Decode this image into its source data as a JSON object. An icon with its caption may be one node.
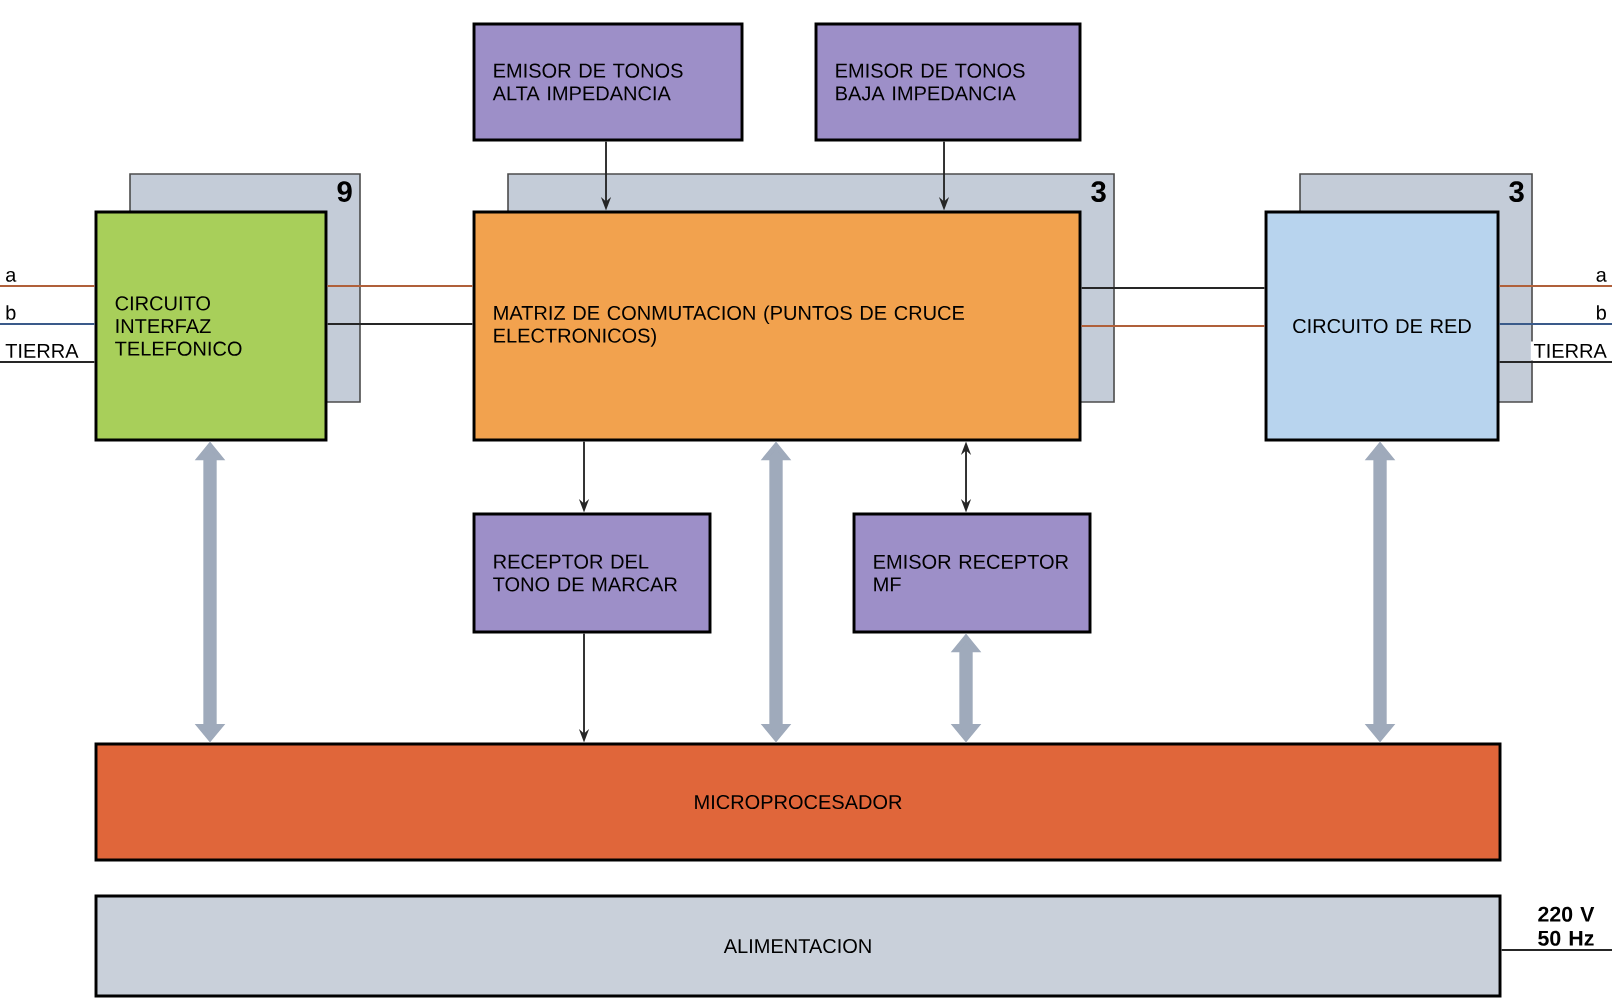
{
  "diagram": {
    "nodes": [
      {
        "text": [
          "EMISOR DE TONOS ALTA IMPEDANCIA"
        ]
      },
      {
        "text": [
          "EMISOR DE TONOS BAJA IMPEDANCIA"
        ]
      },
      {
        "text": [
          "CIRCUITO INTERFAZ TELEFONICO"
        ],
        "beside": [
          "9"
        ]
      },
      {
        "text": [
          "MATRIZ DE CONMUTACION (PUNTOS DE CRUCE ELECTRONICOS)"
        ],
        "beside": [
          "3"
        ]
      },
      {
        "text": [
          "CIRCUITO DE RED"
        ],
        "beside": [
          "3"
        ]
      },
      {
        "text": [
          "RECEPTOR DEL TONO DE MARCAR"
        ]
      },
      {
        "text": [
          "EMISOR RECEPTOR MF"
        ]
      },
      {
        "text": [
          "MICROPROCESADOR"
        ]
      },
      {
        "text": [
          "ALIMENTACION"
        ]
      }
    ],
    "edges": [
      {
        "from": 0,
        "to": 3,
        "arrow": "to"
      },
      {
        "from": 1,
        "to": 3,
        "arrow": "to"
      },
      {
        "from": null,
        "to": 2,
        "arrow": "none",
        "label": "a",
        "color": "#b0603a"
      },
      {
        "from": null,
        "to": 2,
        "arrow": "none",
        "label": "b",
        "color": "#3a5a8a"
      },
      {
        "from": null,
        "to": 2,
        "arrow": "none",
        "label": "TIERRA"
      },
      {
        "from": 2,
        "to": 3,
        "arrow": "none",
        "color": "#b0603a"
      },
      {
        "from": 2,
        "to": 3,
        "arrow": "none"
      },
      {
        "from": 3,
        "to": 4,
        "arrow": "none"
      },
      {
        "from": 3,
        "to": 4,
        "arrow": "none",
        "color": "#b0603a"
      },
      {
        "from": 4,
        "to": null,
        "arrow": "none",
        "label": "a",
        "color": "#b0603a"
      },
      {
        "from": 4,
        "to": null,
        "arrow": "none",
        "label": "b",
        "color": "#3a5a8a"
      },
      {
        "from": 4,
        "to": null,
        "arrow": "none",
        "label": "TIERRA"
      },
      {
        "from": 3,
        "to": 5,
        "arrow": "to"
      },
      {
        "from": 3,
        "to": 6,
        "arrow": "both"
      },
      {
        "from": 5,
        "to": 7,
        "arrow": "to"
      },
      {
        "from": 2,
        "to": 7,
        "arrow": "both",
        "style": "thick",
        "color": "#9faabb"
      },
      {
        "from": 3,
        "to": 7,
        "arrow": "both",
        "style": "thick",
        "color": "#9faabb"
      },
      {
        "from": 6,
        "to": 7,
        "arrow": "both",
        "style": "thick",
        "color": "#9faabb"
      },
      {
        "from": 4,
        "to": 7,
        "arrow": "both",
        "style": "thick",
        "color": "#9faabb"
      },
      {
        "from": null,
        "to": 8,
        "arrow": "none",
        "label": "220 V 50 Hz"
      }
    ]
  }
}
